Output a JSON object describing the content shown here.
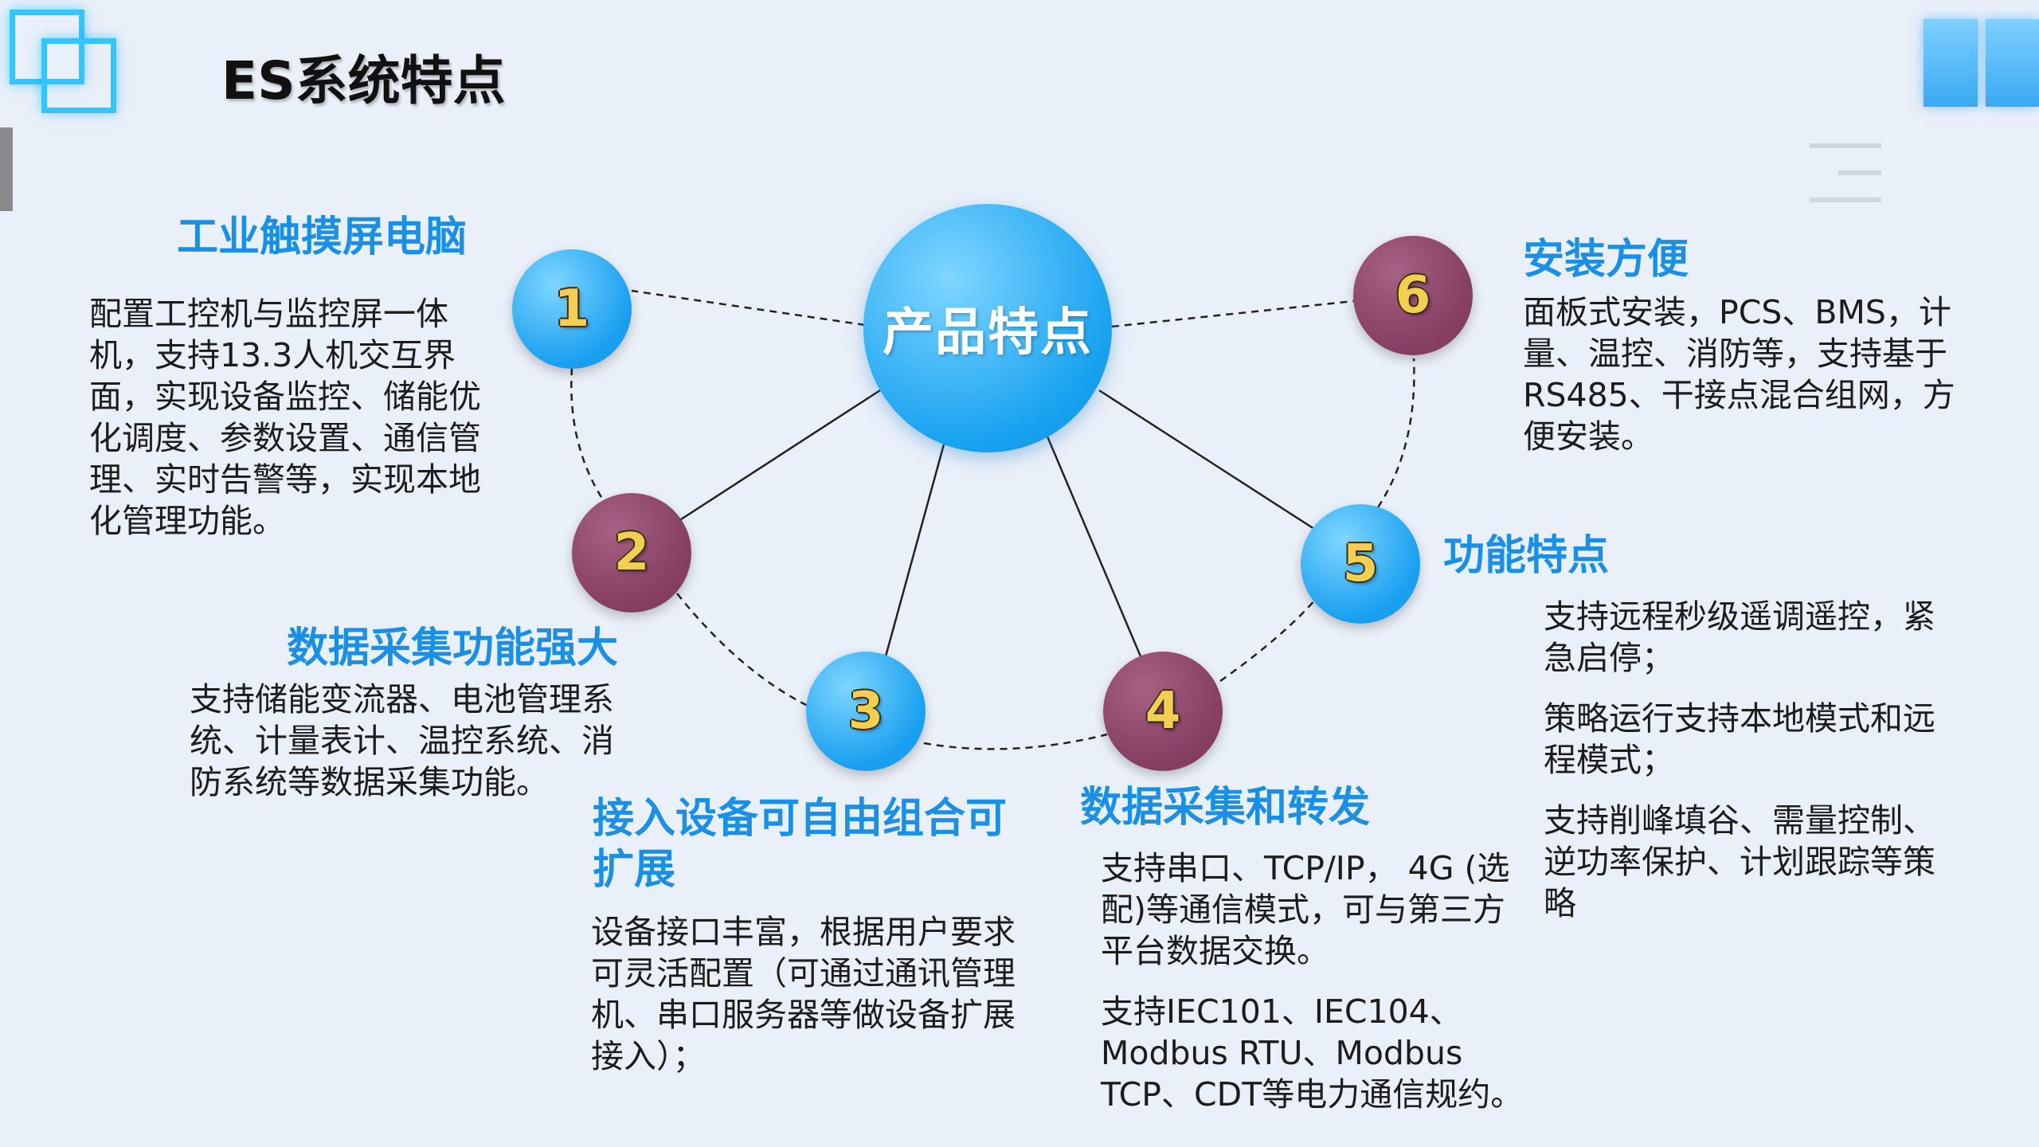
{
  "title": "ES系统特点",
  "center": {
    "label": "产品特点"
  },
  "nodes": [
    {
      "id": "1",
      "label": "1",
      "color": "#199ff0"
    },
    {
      "id": "2",
      "label": "2",
      "color": "#853d62"
    },
    {
      "id": "3",
      "label": "3",
      "color": "#199ff0"
    },
    {
      "id": "4",
      "label": "4",
      "color": "#853d62"
    },
    {
      "id": "5",
      "label": "5",
      "color": "#199ff0"
    },
    {
      "id": "6",
      "label": "6",
      "color": "#853d62"
    }
  ],
  "sections": {
    "s1": {
      "title": "工业触摸屏电脑",
      "paragraphs": [
        "配置工控机与监控屏一体机，支持13.3人机交互界面，实现设备监控、储能优化调度、参数设置、通信管理、实时告警等，实现本地化管理功能。"
      ]
    },
    "s2": {
      "title": "数据采集功能强大",
      "paragraphs": [
        "支持储能变流器、电池管理系统、计量表计、温控系统、消防系统等数据采集功能。"
      ]
    },
    "s3": {
      "title": "接入设备可自由组合可扩展",
      "paragraphs": [
        "设备接口丰富，根据用户要求可灵活配置（可通过通讯管理机、串口服务器等做设备扩展接入）；"
      ]
    },
    "s4": {
      "title": "数据采集和转发",
      "paragraphs": [
        "支持串口、TCP/IP， 4G (选配)等通信模式，可与第三方平台数据交换。",
        "支持IEC101、IEC104、Modbus RTU、Modbus TCP、CDT等电力通信规约。"
      ]
    },
    "s5": {
      "title": "功能特点",
      "paragraphs": [
        "支持远程秒级遥调遥控，紧急启停；",
        "策略运行支持本地模式和远程模式；",
        "支持削峰填谷、需量控制、逆功率保护、计划跟踪等策略"
      ]
    },
    "s6": {
      "title": "安装方便",
      "paragraphs": [
        "面板式安装，PCS、BMS，计量、温控、消防等，支持基于RS485、干接点混合组网，方便安装。"
      ]
    }
  },
  "colors": {
    "accent": "#1a8fe3",
    "node_blue": "#199ff0",
    "node_maroon": "#853d62",
    "number": "#f2cf53",
    "background": "#eaf0f9"
  }
}
